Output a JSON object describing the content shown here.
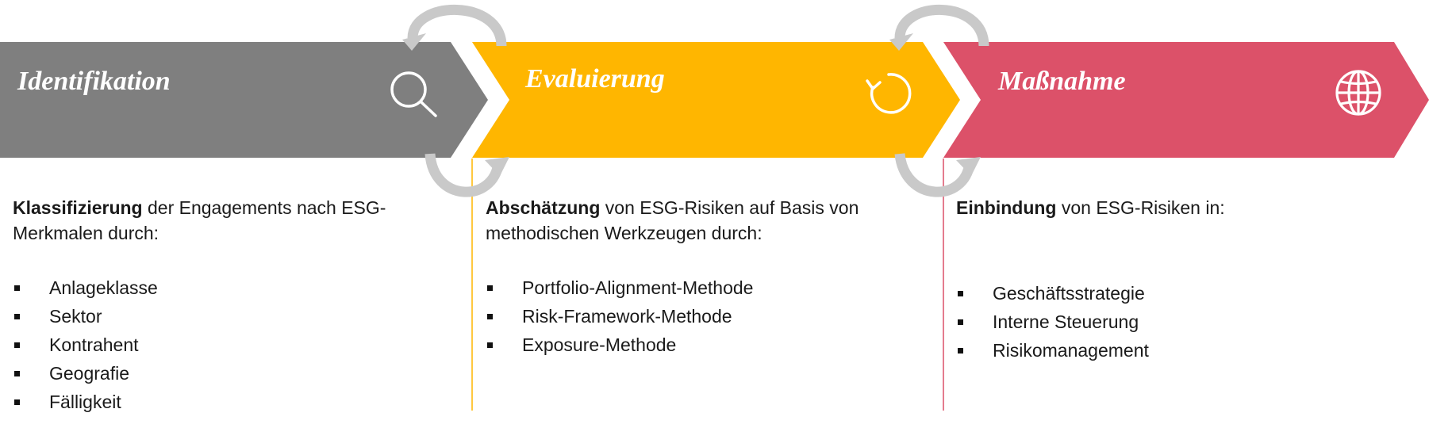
{
  "colors": {
    "identifikation": "#7f7f7f",
    "evaluierung": "#ffb600",
    "massnahme": "#dc5169",
    "cycle_arrows": "#c9c9c9"
  },
  "stages": [
    {
      "title": "Identifikation",
      "icon": "magnifier-icon",
      "intro_bold": "Klassifizierung",
      "intro_rest": " der Engagements nach ESG-Merkmalen durch:",
      "items": [
        "Anlageklasse",
        "Sektor",
        "Kontrahent",
        "Geografie",
        "Fälligkeit"
      ]
    },
    {
      "title": "Evaluierung",
      "icon": "refresh-icon",
      "intro_bold": "Abschätzung",
      "intro_rest": " von ESG-Risiken auf Basis von methodischen Werkzeugen durch:",
      "items": [
        "Portfolio-Alignment-Methode",
        "Risk-Framework-Methode",
        "Exposure-Methode"
      ]
    },
    {
      "title": "Maßnahme",
      "icon": "globe-icon",
      "intro_bold": "Einbindung",
      "intro_rest": " von ESG-Risiken in:",
      "items": [
        "Geschäftsstrategie",
        "Interne Steuerung",
        "Risikomanagement"
      ]
    }
  ]
}
